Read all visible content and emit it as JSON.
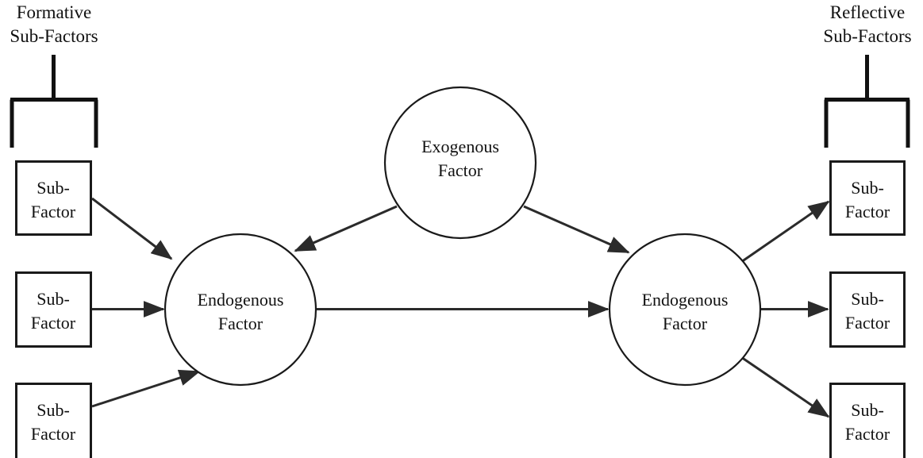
{
  "diagram": {
    "title_left": {
      "line1": "Formative",
      "line2": "Sub-Factors"
    },
    "title_right": {
      "line1": "Reflective",
      "line2": "Sub-Factors"
    },
    "colors": {
      "stroke": "#1a1a1a",
      "edge": "#2b2b2b",
      "bracket": "#111111",
      "background": "#ffffff",
      "text": "#111111"
    },
    "circles": {
      "exogenous": {
        "line1": "Exogenous",
        "line2": "Factor"
      },
      "endogenous_left": {
        "line1": "Endogenous",
        "line2": "Factor"
      },
      "endogenous_right": {
        "line1": "Endogenous",
        "line2": "Factor"
      }
    },
    "boxes": {
      "left": [
        {
          "line1": "Sub-",
          "line2": "Factor"
        },
        {
          "line1": "Sub-",
          "line2": "Factor"
        },
        {
          "line1": "Sub-",
          "line2": "Factor"
        }
      ],
      "right": [
        {
          "line1": "Sub-",
          "line2": "Factor"
        },
        {
          "line1": "Sub-",
          "line2": "Factor"
        },
        {
          "line1": "Sub-",
          "line2": "Factor"
        }
      ]
    }
  }
}
